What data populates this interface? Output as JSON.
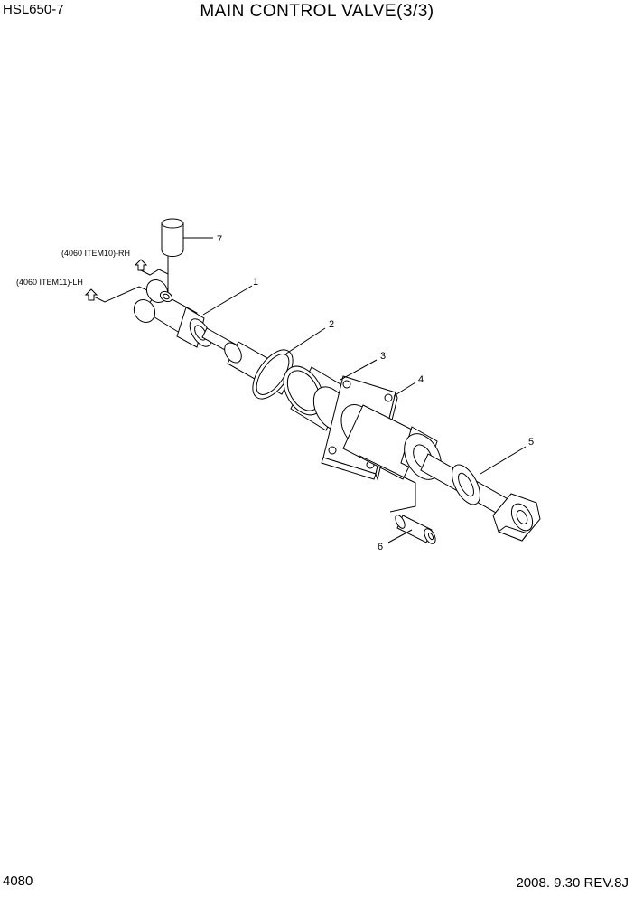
{
  "header": {
    "model": "HSL650-7",
    "title": "MAIN CONTROL VALVE(3/3)"
  },
  "footer": {
    "page_number": "4080",
    "date_rev": "2008. 9.30  REV.8J"
  },
  "diagram": {
    "refs": {
      "rh": "(4060 ITEM10)-RH",
      "lh": "(4060 ITEM11)-LH"
    },
    "callouts": [
      "1",
      "2",
      "3",
      "4",
      "5",
      "6",
      "7"
    ]
  }
}
